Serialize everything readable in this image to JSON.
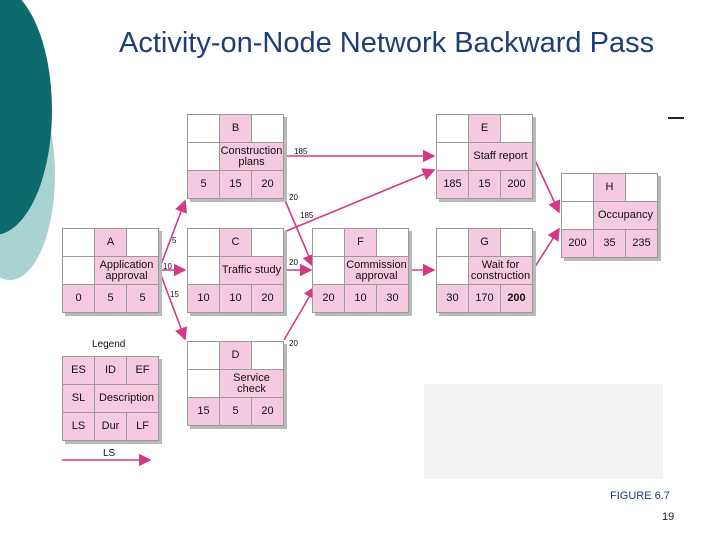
{
  "slide": {
    "title": "Activity-on-Node Network Backward Pass",
    "figure_label": "FIGURE 6.7",
    "page_number": "19",
    "legend_title": "Legend",
    "legend_arrow_label": "LS"
  },
  "colors": {
    "teal_dark": "#0e6b6b",
    "teal_light": "#a9d3d3",
    "node_pink": "#f5c9df",
    "arrow": "#d33a86",
    "title": "#1f3d78"
  },
  "nodes": {
    "A": {
      "id": "A",
      "desc": "Application approval",
      "es": "0",
      "dur": "5",
      "ef": "5"
    },
    "B": {
      "id": "B",
      "desc": "Construction plans",
      "es": "5",
      "dur": "15",
      "ef": "20"
    },
    "C": {
      "id": "C",
      "desc": "Traffic study",
      "es": "10",
      "dur": "10",
      "ef": "20"
    },
    "D": {
      "id": "D",
      "desc": "Service check",
      "es": "15",
      "dur": "5",
      "ef": "20"
    },
    "E": {
      "id": "E",
      "desc": "Staff report",
      "es": "185",
      "dur": "15",
      "ef": "200"
    },
    "F": {
      "id": "F",
      "desc": "Commission approval",
      "es": "20",
      "dur": "10",
      "ef": "30"
    },
    "G": {
      "id": "G",
      "desc": "Wait for construction",
      "es": "30",
      "dur": "170",
      "ef": "200"
    },
    "H": {
      "id": "H",
      "desc": "Occupancy",
      "es": "200",
      "dur": "35",
      "ef": "235"
    }
  },
  "legend": {
    "r1": [
      "ES",
      "ID",
      "EF"
    ],
    "sl": "SL",
    "desc": "Description",
    "r3": [
      "LS",
      "Dur",
      "LF"
    ]
  },
  "arrow_labels": {
    "a_b": "5",
    "a_c": "10",
    "a_d": "15",
    "b_e": "185",
    "b_f": "20",
    "c_e": "185",
    "c_f": "20",
    "d_f": "20"
  }
}
